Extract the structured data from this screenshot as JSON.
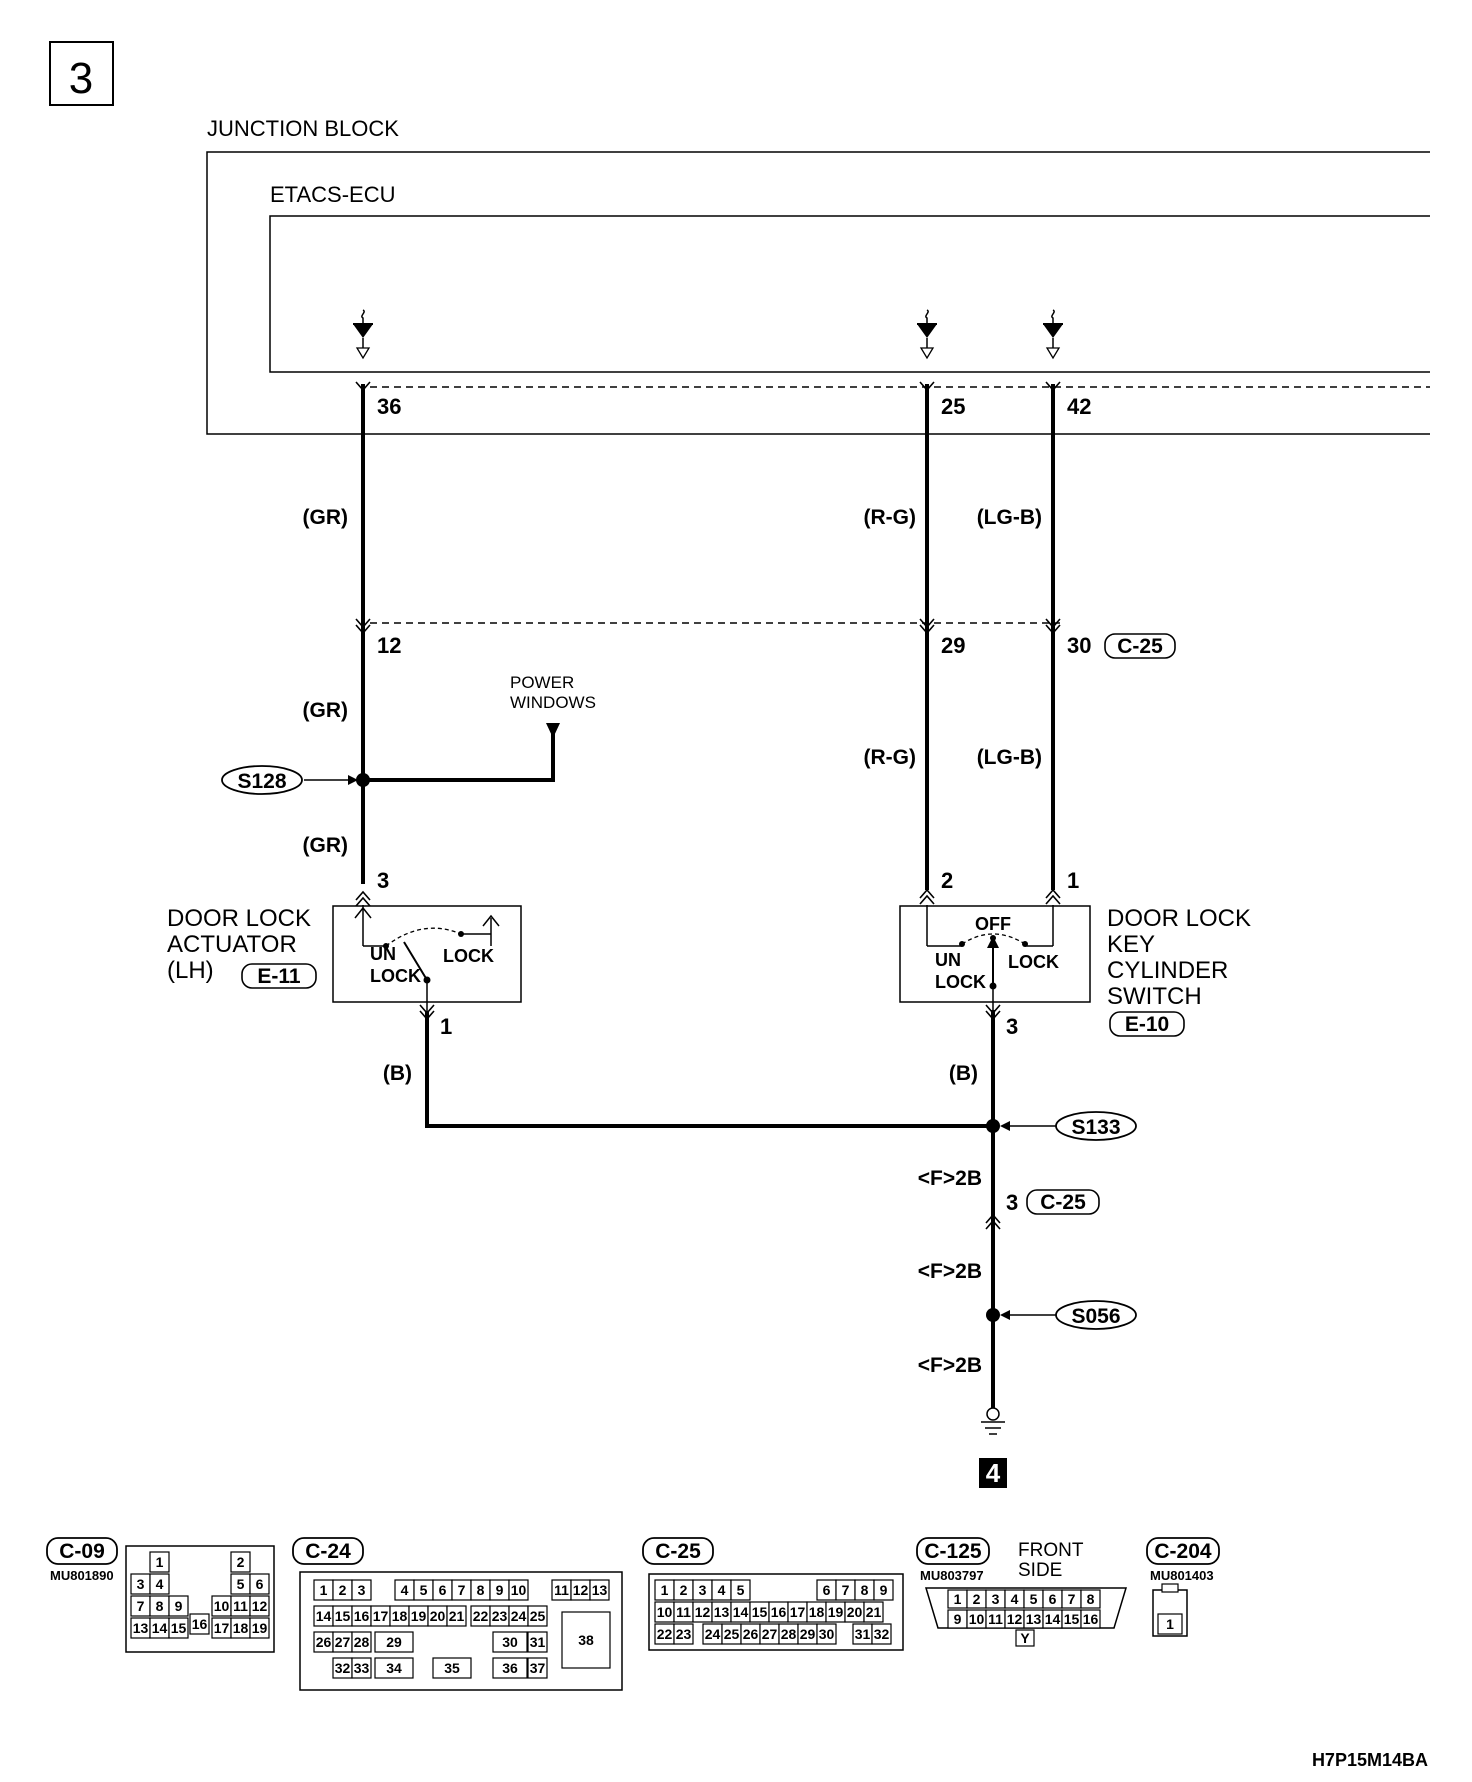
{
  "page_number": "3",
  "continuation_marker": "4",
  "figure_code": "H7P15M14BA",
  "junction_block_label": "JUNCTION BLOCK",
  "ecu_label": "ETACS-ECU",
  "ecu_pins": {
    "p36": "36",
    "p25": "25",
    "p42": "42"
  },
  "connector_pins": {
    "p12": "12",
    "p29": "29",
    "p30": "30",
    "c25": "C-25"
  },
  "wire_colors": {
    "gr": "(GR)",
    "rg": "(R-G)",
    "lgb": "(LG-B)",
    "b": "(B)"
  },
  "power_windows": {
    "line1": "POWER",
    "line2": "WINDOWS"
  },
  "splices": {
    "s128": "S128",
    "s133": "S133",
    "s056": "S056"
  },
  "actuator": {
    "line1": "DOOR LOCK",
    "line2": "ACTUATOR",
    "line3": "(LH)",
    "connector": "E-11",
    "pin_top": "3",
    "pin_bottom": "1",
    "unlock1": "UN",
    "unlock2": "LOCK",
    "lock": "LOCK"
  },
  "key_switch": {
    "line1": "DOOR LOCK",
    "line2": "KEY",
    "line3": "CYLINDER",
    "line4": "SWITCH",
    "connector": "E-10",
    "pin_left": "2",
    "pin_right": "1",
    "pin_bottom": "3",
    "off": "OFF",
    "unlock1": "UN",
    "unlock2": "LOCK",
    "lock": "LOCK"
  },
  "ground_path": {
    "label": "<F>2B",
    "pin": "3",
    "connector": "C-25"
  },
  "connectors": {
    "c09": {
      "name": "C-09",
      "part": "MU801890",
      "cells": [
        "1",
        "2",
        "3",
        "4",
        "5",
        "6",
        "7",
        "8",
        "9",
        "10",
        "11",
        "12",
        "13",
        "14",
        "15",
        "16",
        "17",
        "18",
        "19"
      ]
    },
    "c24": {
      "name": "C-24",
      "cells": [
        "1",
        "2",
        "3",
        "4",
        "5",
        "6",
        "7",
        "8",
        "9",
        "10",
        "11",
        "12",
        "13",
        "14",
        "15",
        "16",
        "17",
        "18",
        "19",
        "20",
        "21",
        "22",
        "23",
        "24",
        "25",
        "26",
        "27",
        "28",
        "29",
        "30",
        "31",
        "32",
        "33",
        "34",
        "35",
        "36",
        "37",
        "38"
      ]
    },
    "c25": {
      "name": "C-25",
      "cells": [
        "1",
        "2",
        "3",
        "4",
        "5",
        "6",
        "7",
        "8",
        "9",
        "10",
        "11",
        "12",
        "13",
        "14",
        "15",
        "16",
        "17",
        "18",
        "19",
        "20",
        "21",
        "22",
        "23",
        "24",
        "25",
        "26",
        "27",
        "28",
        "29",
        "30",
        "31",
        "32"
      ]
    },
    "c125": {
      "name": "C-125",
      "part": "MU803797",
      "note1": "FRONT",
      "note2": "SIDE",
      "y": "Y",
      "cells": [
        "1",
        "2",
        "3",
        "4",
        "5",
        "6",
        "7",
        "8",
        "9",
        "10",
        "11",
        "12",
        "13",
        "14",
        "15",
        "16"
      ]
    },
    "c204": {
      "name": "C-204",
      "part": "MU801403",
      "cells": [
        "1"
      ]
    }
  }
}
